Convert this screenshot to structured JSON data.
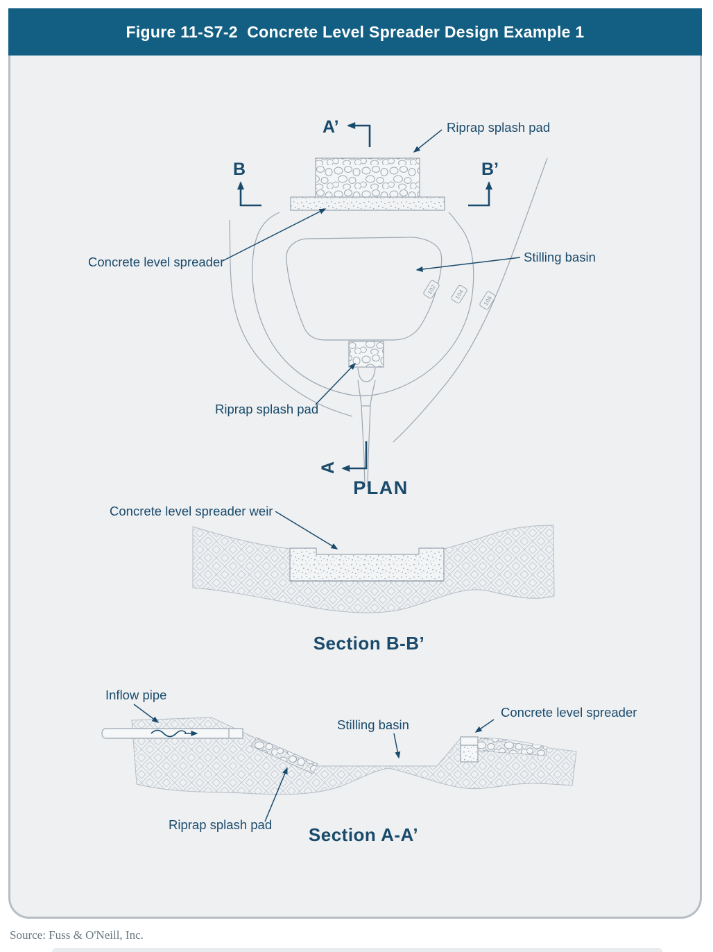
{
  "figure": {
    "title": "Figure 11-S7-2  Concrete Level Spreader Design Example 1"
  },
  "plan": {
    "title": "PLAN",
    "markers": {
      "a_prime": "A’",
      "b": "B",
      "b_prime": "B’",
      "a": "A"
    },
    "labels": {
      "riprap_splash_pad_top": "Riprap splash pad",
      "concrete_level_spreader": "Concrete level spreader",
      "stilling_basin": "Stilling basin",
      "riprap_splash_pad_bottom": "Riprap splash pad"
    },
    "contours": [
      "102",
      "104",
      "106"
    ]
  },
  "section_bb": {
    "title": "Section B-B’",
    "labels": {
      "weir": "Concrete level spreader weir"
    }
  },
  "section_aa": {
    "title": "Section A-A’",
    "labels": {
      "inflow_pipe": "Inflow pipe",
      "stilling_basin": "Stilling basin",
      "concrete_level_spreader": "Concrete level spreader",
      "riprap_splash_pad": "Riprap splash pad"
    }
  },
  "source": {
    "text": "Source: Fuss & O'Neill, Inc."
  },
  "colors": {
    "header_bg": "#135f83",
    "panel_bg": "#eef0f2",
    "panel_border": "#b6bdc4",
    "label_navy": "#1a4a6b",
    "drawing_gray": "#9ca6b0",
    "hatch_gray": "#c5cdd4"
  }
}
